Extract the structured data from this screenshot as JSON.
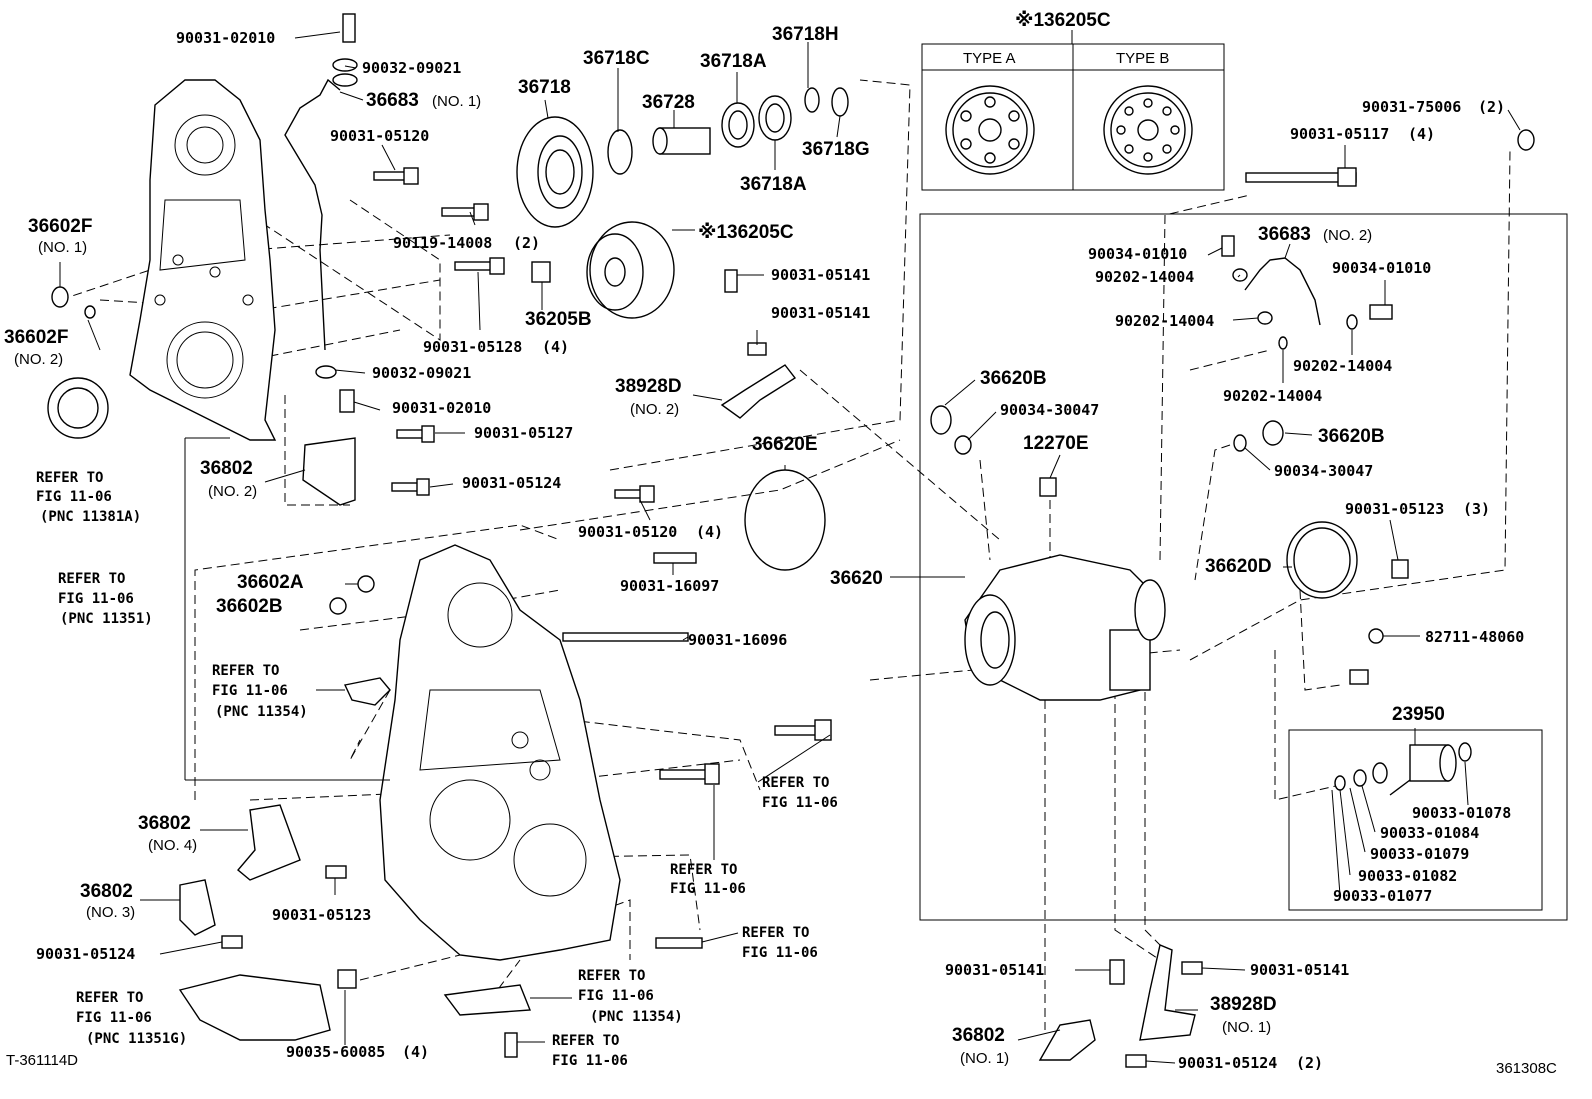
{
  "header": {
    "title": "※136205C",
    "type_a": "TYPE A",
    "type_b": "TYPE B"
  },
  "footer": {
    "left_code": "T-361114D",
    "right_code": "361308C"
  },
  "parts": [
    {
      "id": "p01",
      "number": "90031-02010"
    },
    {
      "id": "p02",
      "number": "90032-09021"
    },
    {
      "id": "p03",
      "number": "36683",
      "note": "(NO. 1)"
    },
    {
      "id": "p04",
      "number": "90031-05120"
    },
    {
      "id": "p05",
      "number": "90119-14008",
      "qty": "(2)"
    },
    {
      "id": "p06",
      "number": "36602F",
      "note": "(NO. 1)"
    },
    {
      "id": "p07",
      "number": "36602F",
      "note": "(NO. 2)"
    },
    {
      "id": "p08",
      "number": "90031-05128",
      "qty": "(4)"
    },
    {
      "id": "p09",
      "number": "90032-09021"
    },
    {
      "id": "p10",
      "number": "90031-02010"
    },
    {
      "id": "p11",
      "number": "90031-05127"
    },
    {
      "id": "p12",
      "number": "36802",
      "note": "(NO. 2)"
    },
    {
      "id": "p13",
      "number": "90031-05124"
    },
    {
      "id": "p14",
      "number": "36718"
    },
    {
      "id": "p15",
      "number": "36718C"
    },
    {
      "id": "p16",
      "number": "36728"
    },
    {
      "id": "p17",
      "number": "36718A"
    },
    {
      "id": "p18",
      "number": "36718H"
    },
    {
      "id": "p19",
      "number": "36718G"
    },
    {
      "id": "p20",
      "number": "36718A"
    },
    {
      "id": "p21",
      "number": "※136205C"
    },
    {
      "id": "p22",
      "number": "36205B"
    },
    {
      "id": "p23",
      "number": "90031-05141"
    },
    {
      "id": "p24",
      "number": "90031-05141"
    },
    {
      "id": "p25",
      "number": "38928D",
      "note": "(NO. 2)"
    },
    {
      "id": "p26",
      "number": "36620E"
    },
    {
      "id": "p27",
      "number": "90031-05120",
      "qty": "(4)"
    },
    {
      "id": "p28",
      "number": "90031-16097"
    },
    {
      "id": "p29",
      "number": "36602A"
    },
    {
      "id": "p30",
      "number": "36602B"
    },
    {
      "id": "p31",
      "number": "90031-16096"
    },
    {
      "id": "p32",
      "number": "36620"
    },
    {
      "id": "p33",
      "number": "90031-75006",
      "qty": "(2)"
    },
    {
      "id": "p34",
      "number": "90031-05117",
      "qty": "(4)"
    },
    {
      "id": "p35",
      "number": "90034-01010"
    },
    {
      "id": "p36",
      "number": "36683",
      "note": "(NO. 2)"
    },
    {
      "id": "p37",
      "number": "90202-14004"
    },
    {
      "id": "p38",
      "number": "90034-01010"
    },
    {
      "id": "p39",
      "number": "90202-14004"
    },
    {
      "id": "p40",
      "number": "90202-14004"
    },
    {
      "id": "p41",
      "number": "90202-14004"
    },
    {
      "id": "p42",
      "number": "36620B"
    },
    {
      "id": "p43",
      "number": "90034-30047"
    },
    {
      "id": "p44",
      "number": "12270E"
    },
    {
      "id": "p45",
      "number": "36620B"
    },
    {
      "id": "p46",
      "number": "90034-30047"
    },
    {
      "id": "p47",
      "number": "90031-05123",
      "qty": "(3)"
    },
    {
      "id": "p48",
      "number": "36620D"
    },
    {
      "id": "p49",
      "number": "82711-48060"
    },
    {
      "id": "p50",
      "number": "23950"
    },
    {
      "id": "p51",
      "number": "90033-01078"
    },
    {
      "id": "p52",
      "number": "90033-01084"
    },
    {
      "id": "p53",
      "number": "90033-01079"
    },
    {
      "id": "p54",
      "number": "90033-01082"
    },
    {
      "id": "p55",
      "number": "90033-01077"
    },
    {
      "id": "p56",
      "number": "36802",
      "note": "(NO. 4)"
    },
    {
      "id": "p57",
      "number": "36802",
      "note": "(NO. 3)"
    },
    {
      "id": "p58",
      "number": "90031-05123"
    },
    {
      "id": "p59",
      "number": "90031-05124"
    },
    {
      "id": "p60",
      "number": "90035-60085",
      "qty": "(4)"
    },
    {
      "id": "p61",
      "number": "90031-05141"
    },
    {
      "id": "p62",
      "number": "90031-05141"
    },
    {
      "id": "p63",
      "number": "38928D",
      "note": "(NO. 1)"
    },
    {
      "id": "p64",
      "number": "36802",
      "note": "(NO. 1)"
    },
    {
      "id": "p65",
      "number": "90031-05124",
      "qty": "(2)"
    }
  ],
  "references": [
    {
      "id": "r01",
      "lines": [
        "REFER TO",
        "FIG 11-06",
        "(PNC 11381A)"
      ]
    },
    {
      "id": "r02",
      "lines": [
        "REFER TO",
        "FIG 11-06",
        "(PNC 11351)"
      ]
    },
    {
      "id": "r03",
      "lines": [
        "REFER TO",
        "FIG 11-06",
        "(PNC 11354)"
      ]
    },
    {
      "id": "r04",
      "lines": [
        "REFER TO",
        "FIG 11-06"
      ]
    },
    {
      "id": "r05",
      "lines": [
        "REFER TO",
        "FIG 11-06"
      ]
    },
    {
      "id": "r06",
      "lines": [
        "REFER TO",
        "FIG 11-06"
      ]
    },
    {
      "id": "r07",
      "lines": [
        "REFER TO",
        "FIG 11-06",
        "(PNC 11354)"
      ]
    },
    {
      "id": "r08",
      "lines": [
        "REFER TO",
        "FIG 11-06",
        "(PNC 11351G)"
      ]
    },
    {
      "id": "r09",
      "lines": [
        "REFER TO",
        "FIG 11-06"
      ]
    }
  ]
}
